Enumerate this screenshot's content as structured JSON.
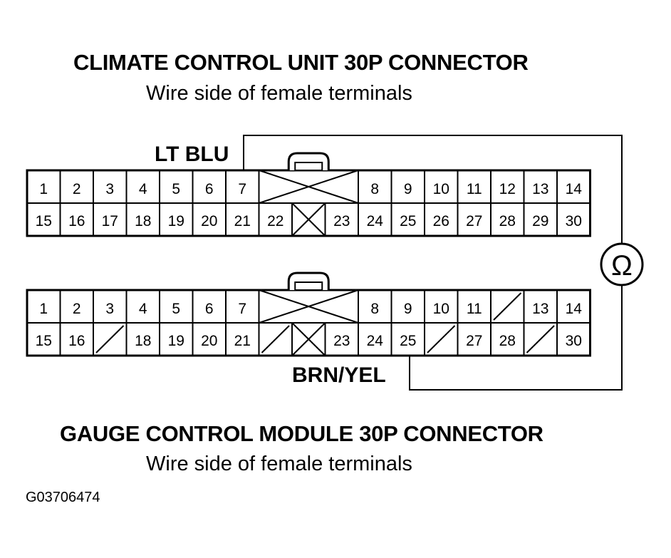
{
  "top_connector": {
    "title": "CLIMATE CONTROL UNIT 30P CONNECTOR",
    "subtitle": "Wire side of female terminals",
    "wire_label": "LT BLU",
    "row1": [
      "1",
      "2",
      "3",
      "4",
      "5",
      "6",
      "7",
      "8",
      "9",
      "10",
      "11",
      "12",
      "13",
      "14"
    ],
    "row2": [
      "15",
      "16",
      "17",
      "18",
      "19",
      "20",
      "21",
      "22",
      "23",
      "24",
      "25",
      "26",
      "27",
      "28",
      "29",
      "30"
    ]
  },
  "bottom_connector": {
    "title": "GAUGE CONTROL MODULE 30P CONNECTOR",
    "subtitle": "Wire side of female terminals",
    "wire_label": "BRN/YEL",
    "row1": [
      "1",
      "2",
      "3",
      "4",
      "5",
      "6",
      "7",
      "8",
      "9",
      "10",
      "11",
      "13",
      "14"
    ],
    "row2": [
      "15",
      "16",
      "18",
      "19",
      "20",
      "21",
      "23",
      "24",
      "25",
      "27",
      "28",
      "30"
    ]
  },
  "meter_symbol": "Ω",
  "figure_id": "G03706474"
}
